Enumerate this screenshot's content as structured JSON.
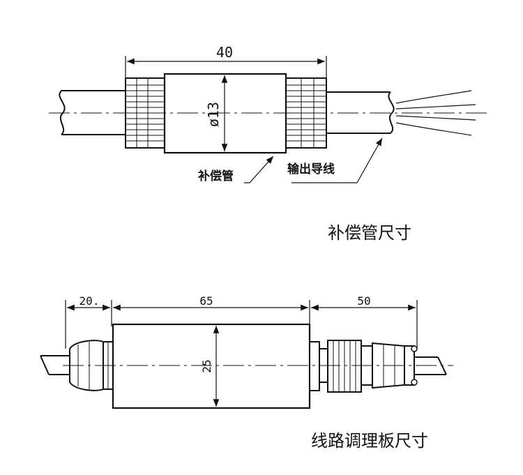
{
  "compensation_tube": {
    "dim_length": "40",
    "dim_diameter": "ø13",
    "label_tube": "补偿管",
    "label_output_wire": "输出导线",
    "caption": "补偿管尺寸"
  },
  "conditioning_board": {
    "dim_left": "20.",
    "dim_body": "65",
    "dim_right": "50",
    "dim_diameter": "25",
    "caption": "线路调理板尺寸"
  }
}
